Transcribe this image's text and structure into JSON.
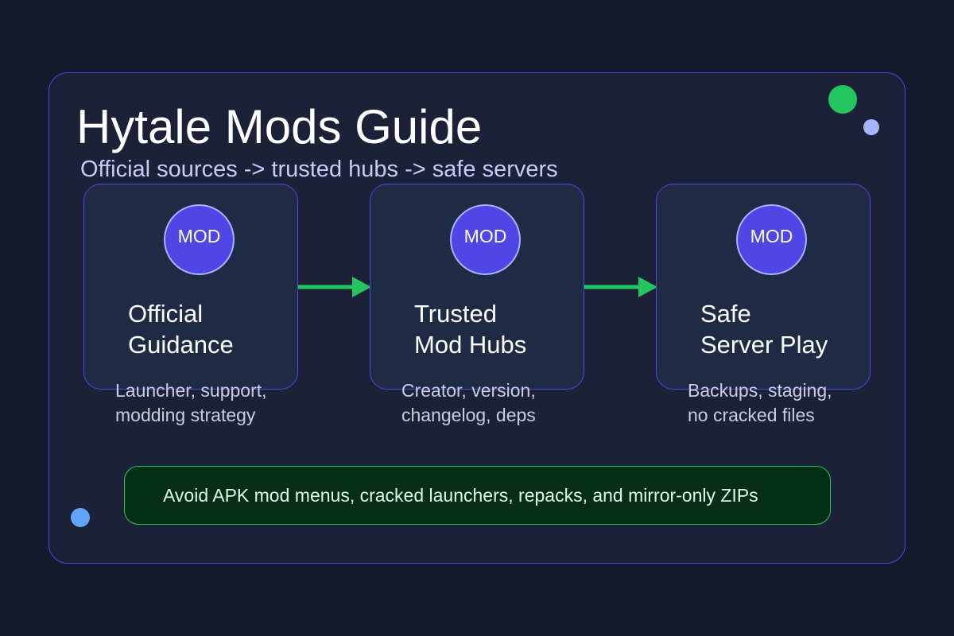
{
  "header": {
    "title": "Hytale Mods Guide",
    "subtitle": "Official sources -> trusted hubs -> safe servers"
  },
  "steps": [
    {
      "badge": "MOD",
      "title_line1": "Official",
      "title_line2": "Guidance",
      "desc_line1": "Launcher, support,",
      "desc_line2": "modding strategy"
    },
    {
      "badge": "MOD",
      "title_line1": "Trusted",
      "title_line2": "Mod Hubs",
      "desc_line1": "Creator, version,",
      "desc_line2": "changelog, deps"
    },
    {
      "badge": "MOD",
      "title_line1": "Safe",
      "title_line2": "Server Play",
      "desc_line1": "Backups, staging,",
      "desc_line2": "no cracked files"
    }
  ],
  "warning": {
    "text": "Avoid APK mod menus, cracked launchers, repacks, and mirror-only ZIPs"
  },
  "colors": {
    "background": "#131a2b",
    "panel": "#1b2238",
    "accent": "#4f46e5",
    "arrow": "#22c55e",
    "warning_border": "#22c55e",
    "warning_fill": "#052e16"
  }
}
